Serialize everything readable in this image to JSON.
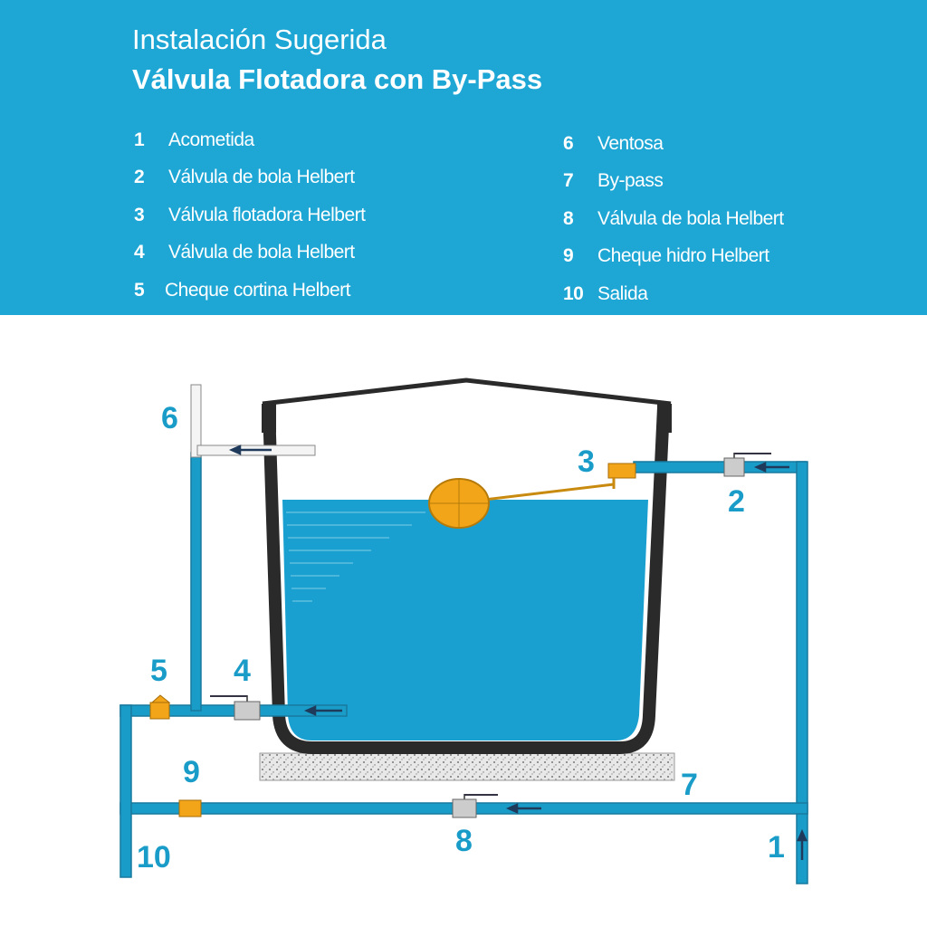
{
  "header": {
    "title": "Instalación Sugerida",
    "subtitle": "Válvula Flotadora con By-Pass"
  },
  "legend": [
    {
      "n": "1",
      "label": "Acometida"
    },
    {
      "n": "2",
      "label": "Válvula de bola Helbert"
    },
    {
      "n": "3",
      "label": "Válvula flotadora Helbert"
    },
    {
      "n": "4",
      "label": "Válvula de bola Helbert"
    },
    {
      "n": "5",
      "label": "Cheque cortina Helbert"
    },
    {
      "n": "6",
      "label": "Ventosa"
    },
    {
      "n": "7",
      "label": "By-pass"
    },
    {
      "n": "8",
      "label": "Válvula de bola Helbert"
    },
    {
      "n": "9",
      "label": "Cheque hidro Helbert"
    },
    {
      "n": "10",
      "label": "Salida"
    }
  ],
  "colors": {
    "header": "#1ea6d5",
    "pipe": "#1a9cc9",
    "water": "#1aa0d0",
    "tank": "#2a2a2a",
    "fitting": "#f2a518"
  }
}
